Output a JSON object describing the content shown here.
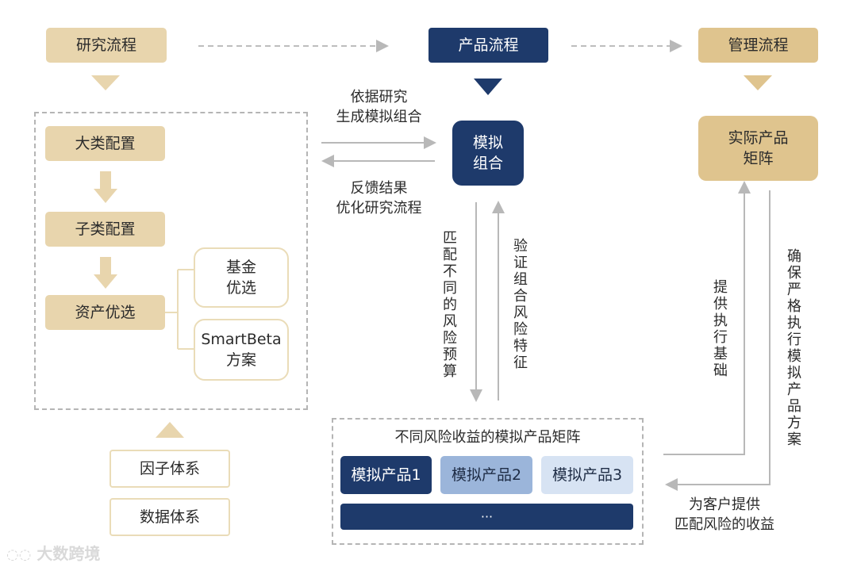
{
  "top": {
    "research_flow": "研究流程",
    "product_flow": "产品流程",
    "management_flow": "管理流程"
  },
  "research": {
    "major_allocation": "大类配置",
    "sub_allocation": "子类配置",
    "asset_selection": "资产优选",
    "fund_selection": "基金\n优选",
    "smartbeta": "SmartBeta\n方案",
    "factor_system": "因子体系",
    "data_system": "数据体系"
  },
  "product": {
    "simulated_portfolio": "模拟\n组合",
    "generate_label": "依据研究\n生成模拟组合",
    "feedback_label": "反馈结果\n优化研究流程",
    "match_label": "匹配不同的风险预算",
    "verify_label": "验证组合风险特征",
    "matrix_title": "不同风险收益的模拟产品矩阵",
    "product1": "模拟产品1",
    "product2": "模拟产品2",
    "product3": "模拟产品3",
    "more": "···"
  },
  "management": {
    "actual_matrix": "实际产品\n矩阵",
    "provide_label": "提供执行基础",
    "ensure_label": "确保严格执行模拟产品方案",
    "client_label": "为客户提供\n匹配风险的收益"
  },
  "watermark": "大数跨境",
  "colors": {
    "tan": "#e8d5ad",
    "navy": "#1e3a6b",
    "light_blue": "#9bb5da",
    "pale_blue": "#d7e3f3"
  }
}
